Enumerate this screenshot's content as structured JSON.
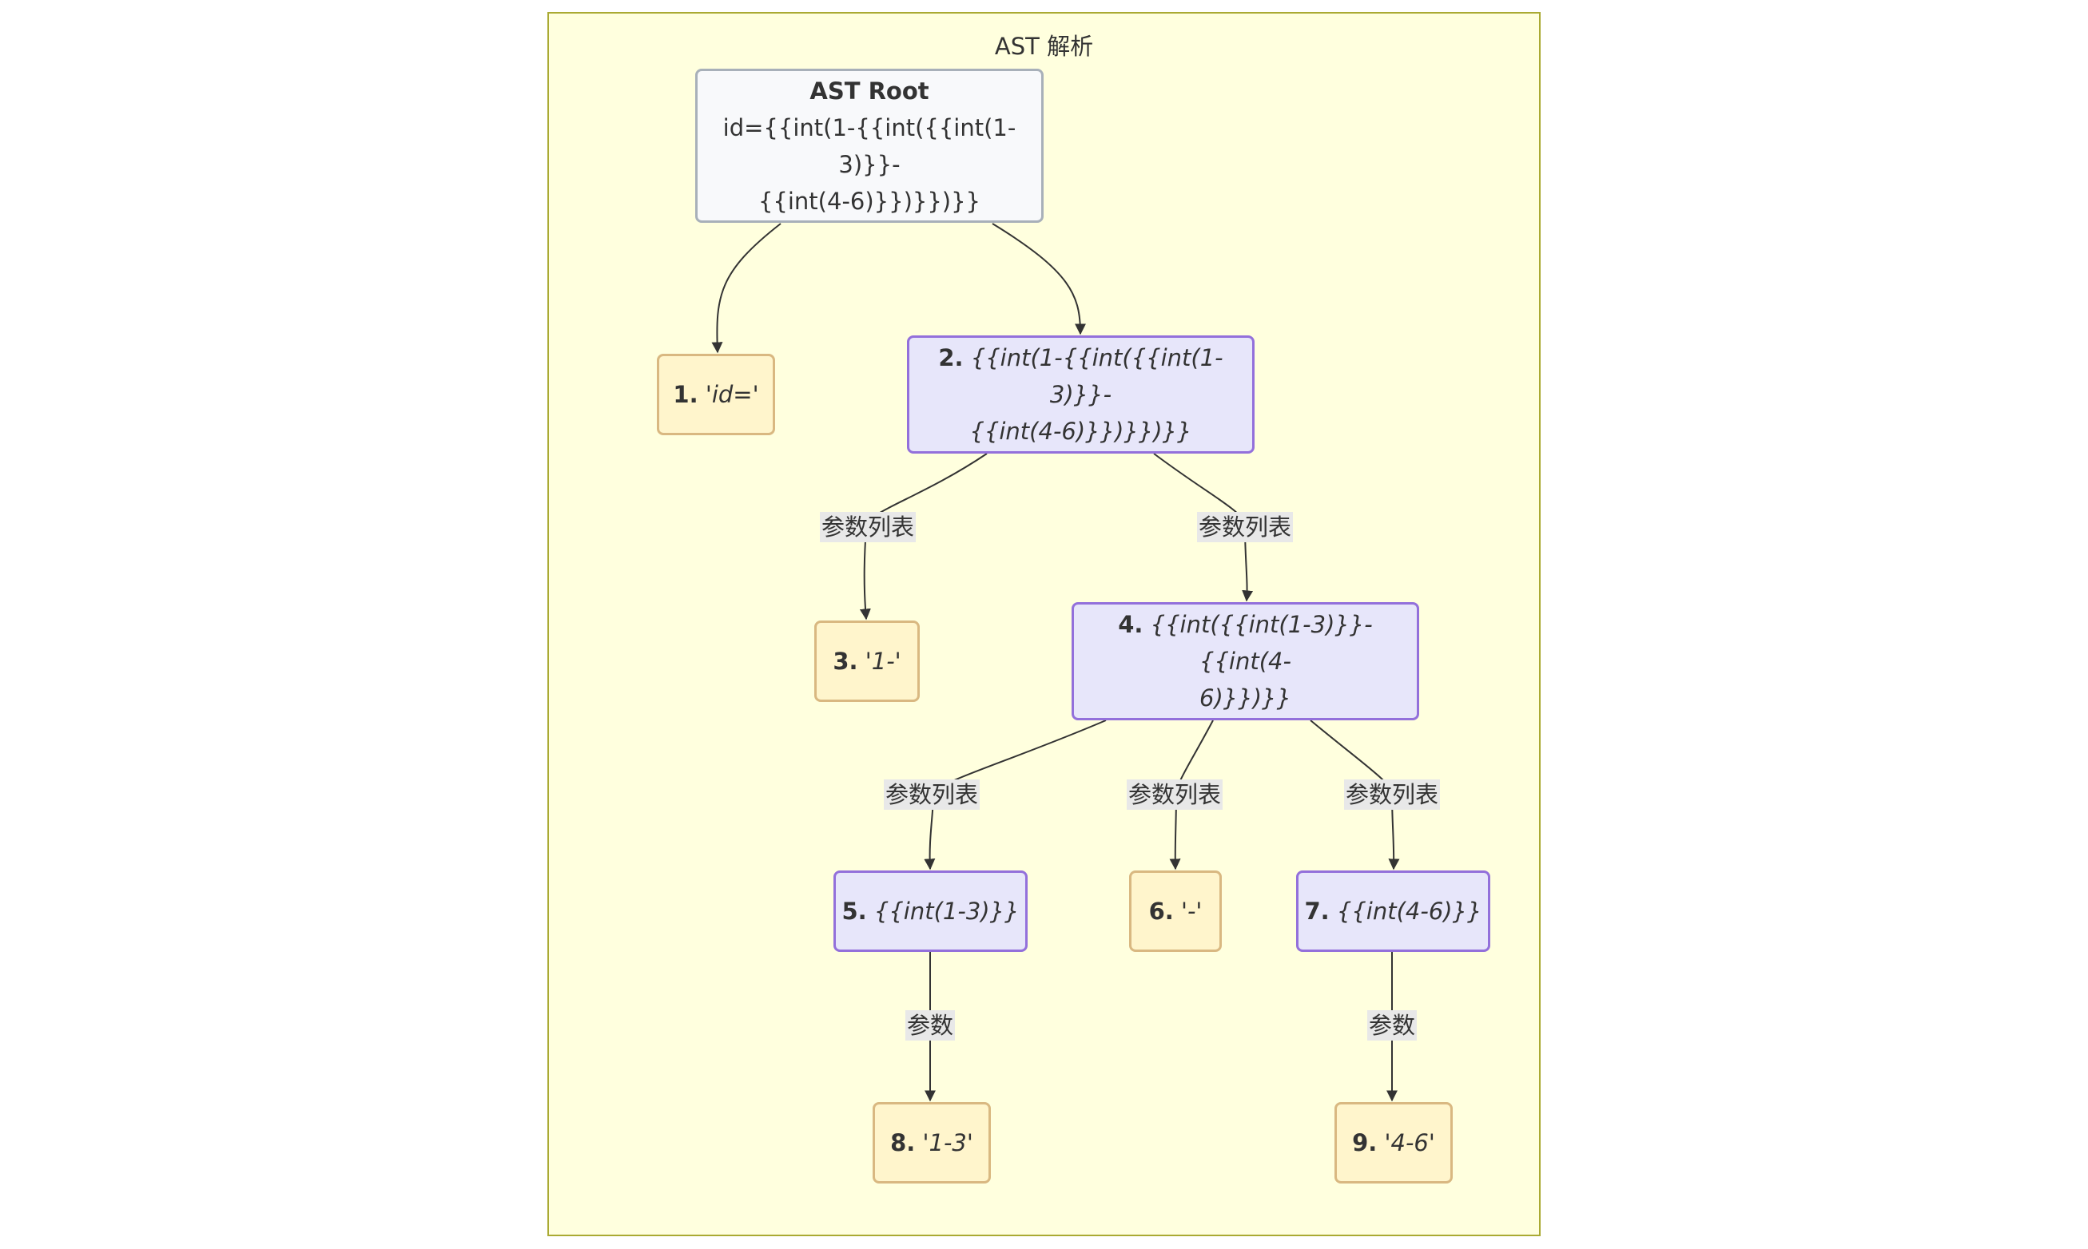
{
  "diagram": {
    "title": "AST 解析",
    "colors": {
      "cluster_fill": "#ffffde",
      "cluster_border": "#aaaa33",
      "root_fill": "#f8f9fb",
      "literal_fill": "#fff5cc",
      "function_fill": "#e7e6fa",
      "function_border": "#9370db",
      "edge": "#333333"
    },
    "root": {
      "title": "AST Root",
      "line1": "id={{int(1-{{int({{int(1-3)}}-",
      "line2": "{{int(4-6)}})}})}}"
    },
    "nodes": [
      {
        "num": "1.",
        "text": "'id='",
        "kind": "literal"
      },
      {
        "num": "2.",
        "text": "{{int(1-{{int({{int(1-3)}}-",
        "text2": "{{int(4-6)}})}})}}",
        "kind": "function"
      },
      {
        "num": "3.",
        "text": "'1-'",
        "kind": "literal"
      },
      {
        "num": "4.",
        "text": "{{int({{int(1-3)}}-{{int(4-",
        "text2": "6)}})}}",
        "kind": "function"
      },
      {
        "num": "5.",
        "text": "{{int(1-3)}}",
        "kind": "function"
      },
      {
        "num": "6.",
        "text": "'-'",
        "kind": "literal"
      },
      {
        "num": "7.",
        "text": "{{int(4-6)}}",
        "kind": "function"
      },
      {
        "num": "8.",
        "text": "'1-3'",
        "kind": "literal"
      },
      {
        "num": "9.",
        "text": "'4-6'",
        "kind": "literal"
      }
    ],
    "edge_labels": {
      "param_list": "参数列表",
      "param": "参数"
    },
    "edges": [
      {
        "from": "root",
        "to": "1"
      },
      {
        "from": "root",
        "to": "2"
      },
      {
        "from": "2",
        "to": "3",
        "label": "参数列表"
      },
      {
        "from": "2",
        "to": "4",
        "label": "参数列表"
      },
      {
        "from": "4",
        "to": "5",
        "label": "参数列表"
      },
      {
        "from": "4",
        "to": "6",
        "label": "参数列表"
      },
      {
        "from": "4",
        "to": "7",
        "label": "参数列表"
      },
      {
        "from": "5",
        "to": "8",
        "label": "参数"
      },
      {
        "from": "7",
        "to": "9",
        "label": "参数"
      }
    ]
  }
}
